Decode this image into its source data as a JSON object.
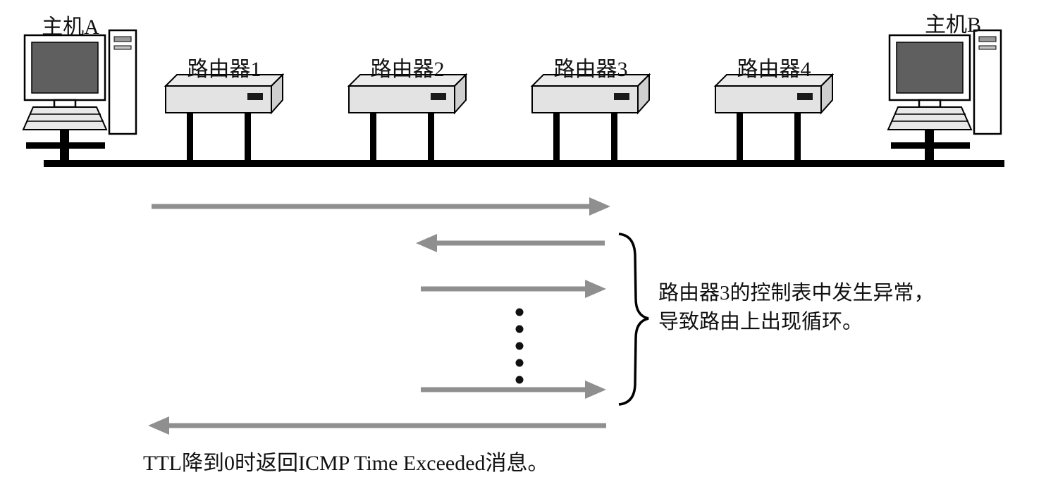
{
  "diagram": {
    "title_semantic": "routing-loop-ttl-icmp-diagram",
    "host_a_label": "主机A",
    "host_b_label": "主机B",
    "routers": [
      {
        "label": "路由器1"
      },
      {
        "label": "路由器2"
      },
      {
        "label": "路由器3"
      },
      {
        "label": "路由器4"
      }
    ],
    "loop_annotation_line1": "路由器3的控制表中发生异常，",
    "loop_annotation_line2": "导致路由上出现循环。",
    "bottom_caption": "TTL降到0时返回ICMP Time Exceeded消息。",
    "colors": {
      "arrow": "#8f8f8f",
      "line": "#000000",
      "router_fill": "#e3e3e3"
    }
  }
}
